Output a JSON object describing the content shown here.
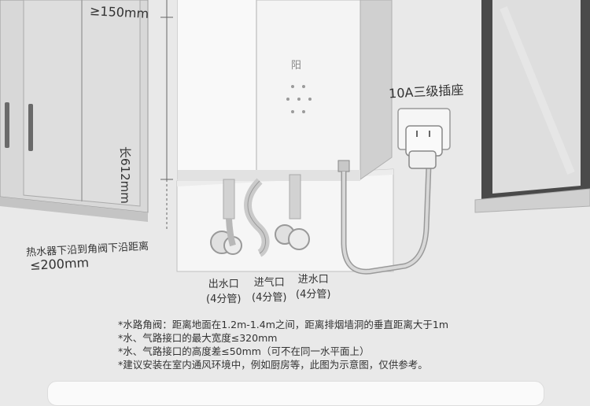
{
  "dimensions": {
    "top_clearance": "≥150mm",
    "height": "长612mm",
    "bottom_label": "热水器下沿到角阀下沿距离",
    "bottom_value": "≤200mm"
  },
  "socket_label": "10A三级插座",
  "ports": [
    {
      "name": "出水口",
      "spec": "(4分管)"
    },
    {
      "name": "进气口",
      "spec": "(4分管)"
    },
    {
      "name": "进水口",
      "spec": "(4分管)"
    }
  ],
  "display_logo": "阳",
  "notes": [
    "*水路角阀：距离地面在1.2m-1.4m之间，距离排烟墙洞的垂直距离大于1m",
    "*水、气路接口的最大宽度≤320mm",
    "*水、气路接口的高度差≤50mm（可不在同一水平面上）",
    "*建议安装在室内通风环境中，例如厨房等，此图为示意图，仅供参考。"
  ],
  "colors": {
    "wall": "#e9e9e9",
    "heater": "#f4f4f4",
    "cabinet": "#d6d6d6",
    "window_frame": "#4a4a4a",
    "glass": "#dcdcdc"
  }
}
